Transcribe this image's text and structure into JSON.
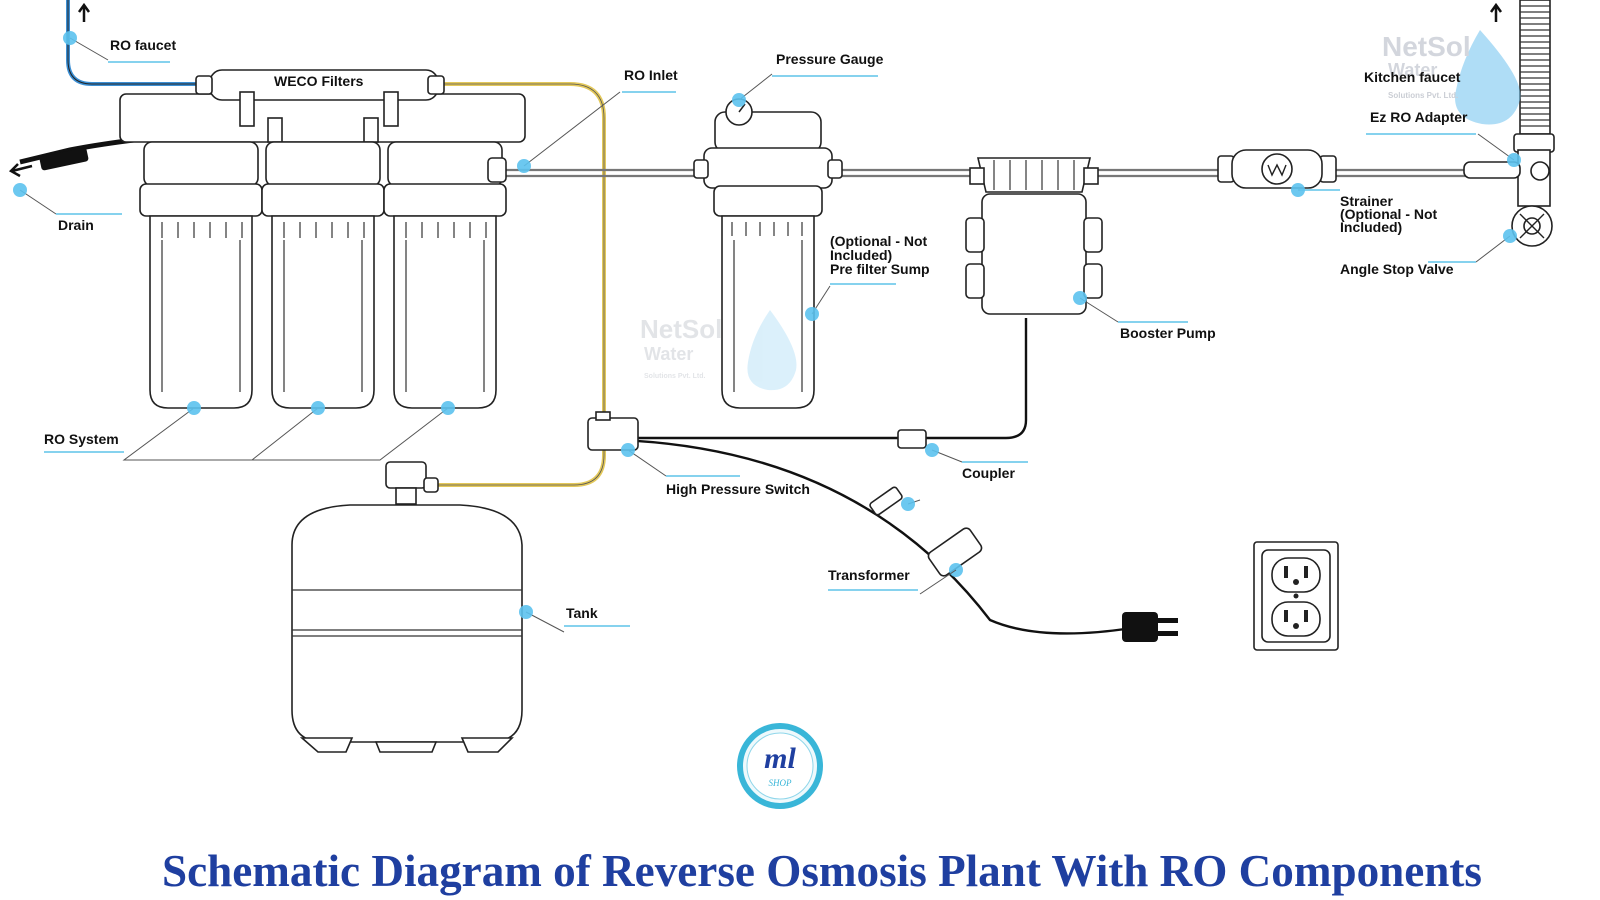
{
  "title": "Schematic Diagram of Reverse Osmosis Plant With RO Components",
  "labels": {
    "ro_faucet": "RO faucet",
    "weco_filters": "WECO Filters",
    "ro_inlet": "RO Inlet",
    "pressure_gauge": "Pressure Gauge",
    "kitchen_faucet": "Kitchen faucet",
    "ez_ro_adapter": "Ez RO Adapter",
    "drain": "Drain",
    "strainer_1": "Strainer",
    "strainer_2": "(Optional - Not",
    "strainer_3": "Included)",
    "optional_sump_1": "(Optional - Not",
    "optional_sump_2": "Included)",
    "optional_sump_3": "Pre filter Sump",
    "angle_stop_valve": "Angle Stop Valve",
    "booster_pump": "Booster Pump",
    "ro_system": "RO System",
    "coupler": "Coupler",
    "high_pressure_switch": "High Pressure Switch",
    "transformer": "Transformer",
    "tank": "Tank"
  },
  "watermark": {
    "brand_1": "NetSol",
    "brand_2": "Water",
    "tagline": "Solutions Pvt. Ltd."
  },
  "logo": {
    "mark": "ml",
    "sub": "SHOP"
  },
  "colors": {
    "title": "#1f3fa0",
    "label_dot": "#5cc2ee",
    "ro_line": "#3b8fd4",
    "inlet_line": "#e3c85a",
    "logo_ring": "#39b6d8"
  }
}
